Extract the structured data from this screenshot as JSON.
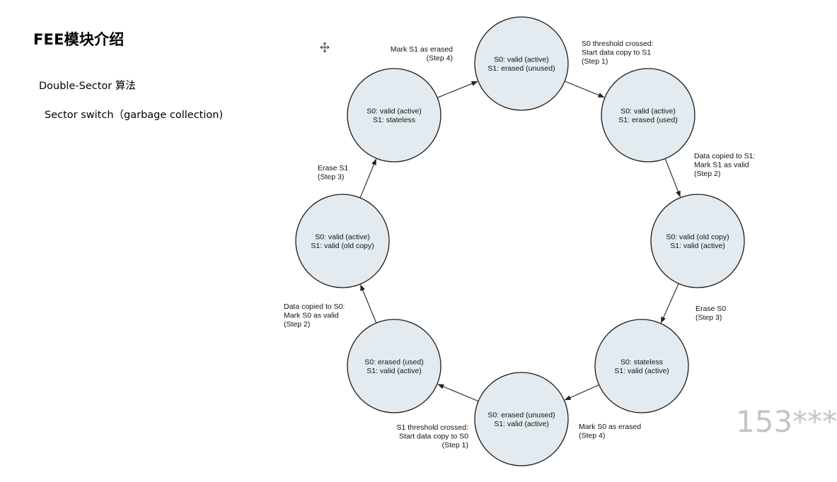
{
  "slide": {
    "title": "FEE模块介绍",
    "line1": "Double-Sector 算法",
    "line2": "Sector switch（garbage collection)"
  },
  "watermark": "153***",
  "diagram": {
    "nodes": [
      {
        "id": "n0",
        "lines": [
          "S0: valid (active)",
          "S1: erased (unused)"
        ]
      },
      {
        "id": "n1",
        "lines": [
          "S0: valid (active)",
          "S1: erased (used)"
        ]
      },
      {
        "id": "n2",
        "lines": [
          "S0: valid (old copy)",
          "S1: valid (active)"
        ]
      },
      {
        "id": "n3",
        "lines": [
          "S0: stateless",
          "S1: valid (active)"
        ]
      },
      {
        "id": "n4",
        "lines": [
          "S0: erased (unused)",
          "S1: valid (active)"
        ]
      },
      {
        "id": "n5",
        "lines": [
          "S0: erased (used)",
          "S1: valid (active)"
        ]
      },
      {
        "id": "n6",
        "lines": [
          "S0: valid (active)",
          "S1: valid (old copy)"
        ]
      },
      {
        "id": "n7",
        "lines": [
          "S0: valid (active)",
          "S1: stateless"
        ]
      }
    ],
    "edges": [
      {
        "from": "n0",
        "to": "n1",
        "label": [
          "S0 threshold crossed:",
          "Start data copy to S1",
          "(Step 1)"
        ]
      },
      {
        "from": "n1",
        "to": "n2",
        "label": [
          "Data copied to S1:",
          "Mark S1 as valid",
          "(Step 2)"
        ]
      },
      {
        "from": "n2",
        "to": "n3",
        "label": [
          "Erase S0",
          "(Step 3)"
        ]
      },
      {
        "from": "n3",
        "to": "n4",
        "label": [
          "Mark S0 as erased",
          "(Step 4)"
        ]
      },
      {
        "from": "n4",
        "to": "n5",
        "label": [
          "S1 threshold crossed:",
          "Start data copy to S0",
          "(Step 1)"
        ]
      },
      {
        "from": "n5",
        "to": "n6",
        "label": [
          "Data copied to S0:",
          "Mark S0 as valid",
          "(Step 2)"
        ]
      },
      {
        "from": "n6",
        "to": "n7",
        "label": [
          "Erase S1",
          "(Step 3)"
        ]
      },
      {
        "from": "n7",
        "to": "n0",
        "label": [
          "Mark S1 as erased",
          "(Step 4)"
        ]
      }
    ]
  }
}
